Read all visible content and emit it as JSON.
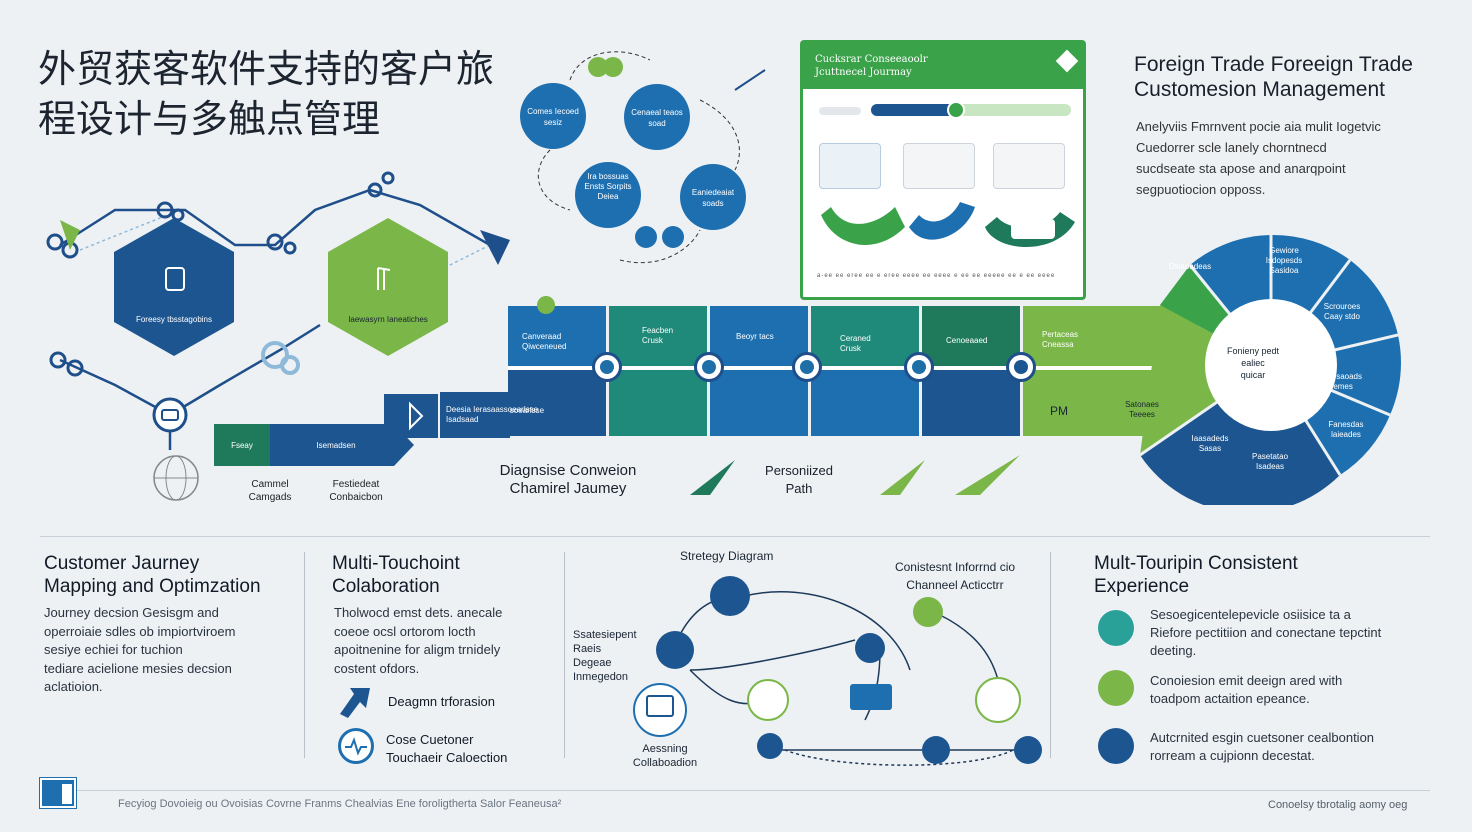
{
  "title_zh": "外贸获客软件支持的客户旅程设计与多触点管理",
  "hexagons": [
    {
      "label": "Foreesy tbsstagobins"
    },
    {
      "label": "Iaewasyrn Ianeatiches"
    }
  ],
  "left_arrows": [
    {
      "label": "Fseay"
    },
    {
      "label": "Isemadsen"
    }
  ],
  "left_captions": [
    "Cammel\nCamgads",
    "Festiedeat\nConbaicbon"
  ],
  "cycle_circles": [
    {
      "label": "Comes Iecoed\nsesiz"
    },
    {
      "label": "Cenaeal teaos\nsoad"
    },
    {
      "label": "Ira bossuas\nEnsts Sorpits\nDeiea"
    },
    {
      "label": "Eaniedeaiat\nsoads"
    }
  ],
  "panel": {
    "title": "Cucksrar Conseeaoolr\nJcuttnecel Jourmay",
    "footer_text": "a-ee ee eree ee e eree eeee ee eeee e ee ee eeeee ee e ee eeee"
  },
  "heading_right": "Foreign Trade Foreeign Trade\nCustomesion Management",
  "para_right": "Anelyviis Fmrnvent pocie aia mulit Iogetvic\nCuedorrer scle lanely chorntnecd\nsucdseate sta apose and anarqpoint\nsegpuotiocion opposs.",
  "band_labels": [
    "Canveraad\nQiwceneued",
    "Feacben\nCrusk",
    "Beoyr tacs",
    "Ceraned\nCrusk",
    "Cenoeaaed",
    "Pertaceas\nCneassa",
    "Deesia Ierasaassoearlsse\nIsadsaad",
    "PM"
  ],
  "mid_captions": [
    "Diagnsise Conweion\nChamirel Jaumey",
    "Personiized\nPath"
  ],
  "wheel": {
    "center": "Fonieny pedt\nealiec\nquicar",
    "segments": [
      "Dsiaoadeas",
      "Gewiore\nIsdopesds\nSasidoa",
      "Scrouroes\nCaay stdo",
      "Dsesaoads\nIemes",
      "Fanesdas\nlaieades",
      "Iaasadeds\nSasas",
      "Pasetatao\nIsadeas",
      "Satonaes\nTeeees"
    ]
  },
  "sections": {
    "journey": {
      "title": "Customer Jaurney\nMapping and Optimzation",
      "body": "Journey decsion Gesisgm and\noperroiaie sdles ob impiortviroem\nsesiye echiei for tuchion\ntediare acielione mesies decsion\naclatioion."
    },
    "collab": {
      "title": "Multi-Touchoint\nColaboration",
      "body": "Tholwocd emst dets. anecale\ncoeoe ocsl ortorom locth\napoitnenine for aligm trnidely\ncostent ofdors.",
      "items": [
        "Deagmn trforasion",
        "Cose Cuetoner\nTouchaeir Caloection"
      ]
    },
    "strategy": {
      "title": "Stretegy Diagram",
      "title2": "Conistesnt Inforrnd cio\nChanneel Acticctrr",
      "left_label": "Ssatesiepent\nRaeis\nDegeae\nInmegedon",
      "bottom_label": "Aessning\nCollaboadion"
    },
    "experience": {
      "title": "Mult-Touripin Consistent\nExperience",
      "items": [
        "Sesoegicentelepevicle osiisice ta a\nRiefore pectitiion and conectane tepctint\ndeeting.",
        "Conoiesion emit deeign ared with\ntoadpom actaition epeance.",
        "Autcrnited esgin cuetsoner cealbontion\nrorream a cujpionn decestat."
      ]
    }
  },
  "footer": "Fecyiog Dovoieig ou Ovoisias Covrne Franms Chealvias Ene foroligtherta Salor Feaneusa²",
  "footer_right": "Conoelsy tbrotalig aomy oeg"
}
